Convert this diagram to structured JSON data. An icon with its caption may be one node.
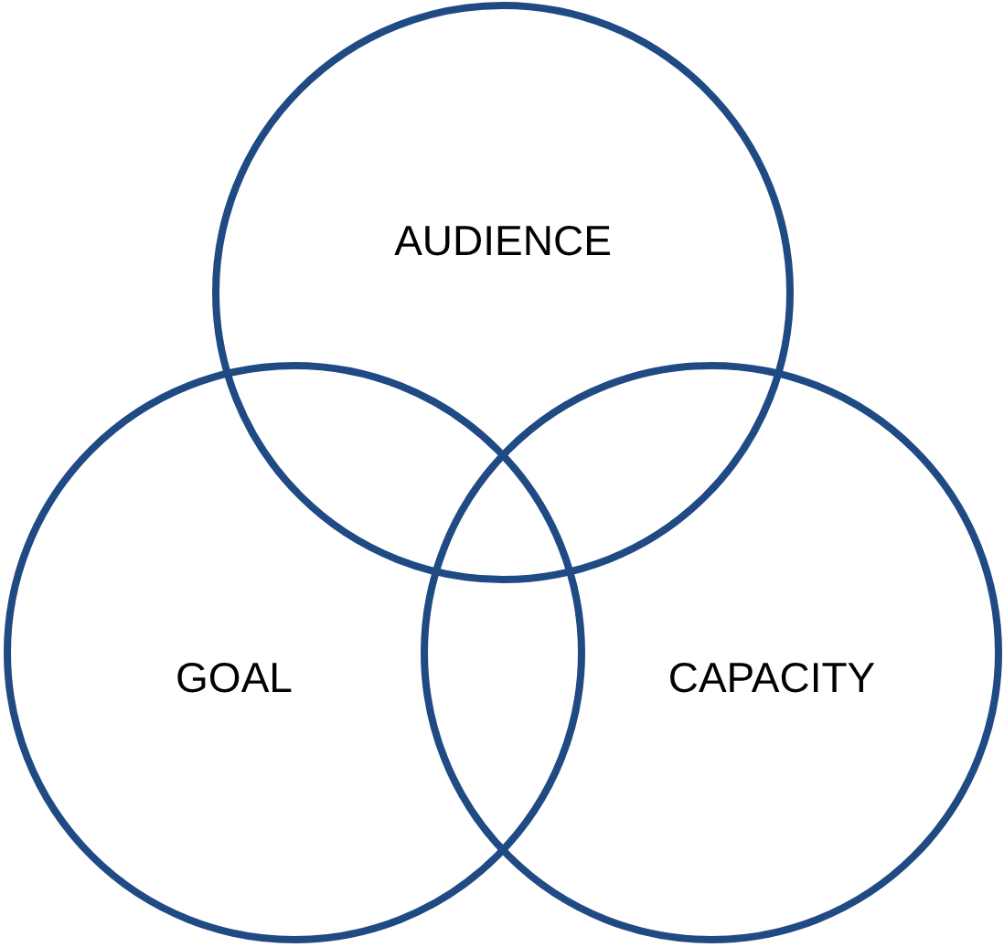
{
  "diagram": {
    "nodes": [
      {
        "text": [
          "AUDIENCE"
        ]
      },
      {
        "text": [
          "GOAL"
        ]
      },
      {
        "text": [
          "CAPACITY"
        ]
      }
    ]
  }
}
